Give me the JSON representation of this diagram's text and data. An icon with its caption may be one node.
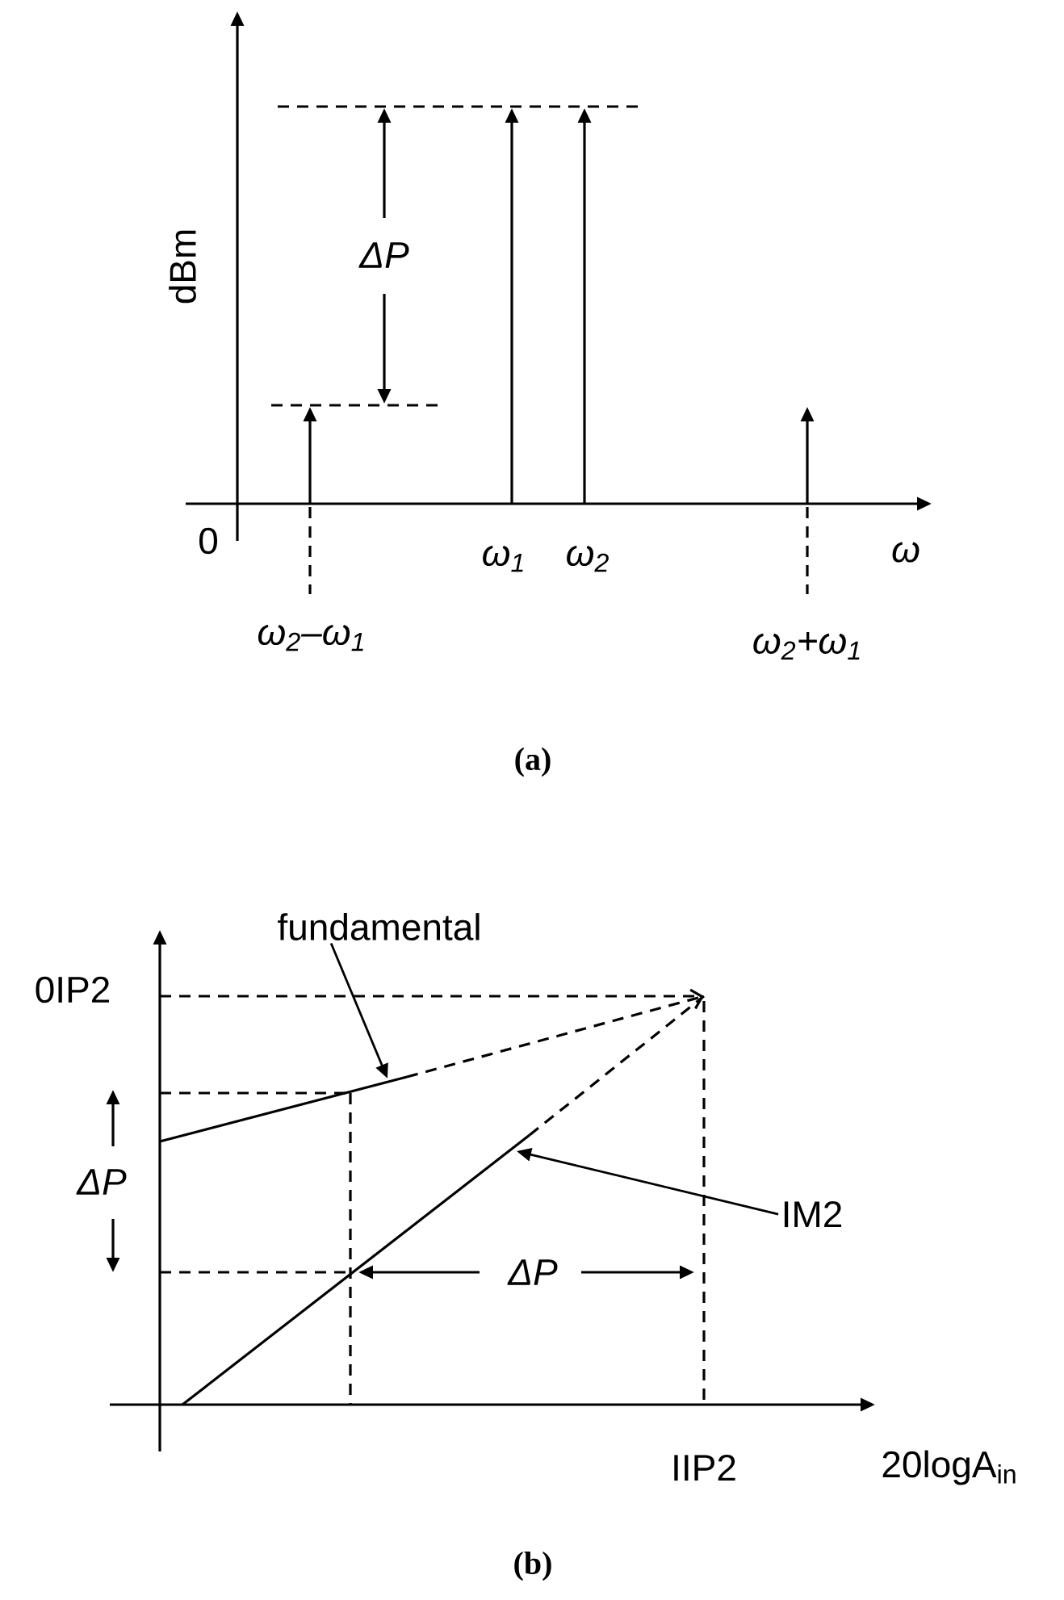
{
  "diagram": {
    "nodes": [
      {
        "text": [
          "fundamental"
        ]
      },
      {
        "text": [
          "IM2"
        ]
      }
    ],
    "edges": [
      {
        "from": 0,
        "to": null,
        "arrow": "to"
      },
      {
        "from": 1,
        "to": null,
        "arrow": "to"
      }
    ],
    "labels": [
      "dBm",
      "ΔP",
      "0",
      "ω$_{1}$",
      "ω$_{2}$",
      "ω",
      "ω$_{2}$–ω$_{1}$",
      "ω$_{2}$+ω$_{1}$",
      "(a)",
      "0IP2",
      "ΔP",
      "ΔP",
      "IIP2",
      "20logA$_{in}$",
      "(b)"
    ]
  }
}
